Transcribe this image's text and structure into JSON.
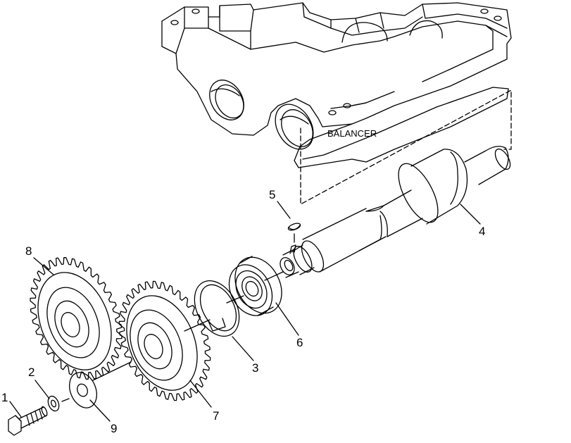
{
  "housing_label": "BALANCER",
  "callouts": [
    "1",
    "2",
    "3",
    "4",
    "5",
    "6",
    "7",
    "8",
    "9"
  ]
}
